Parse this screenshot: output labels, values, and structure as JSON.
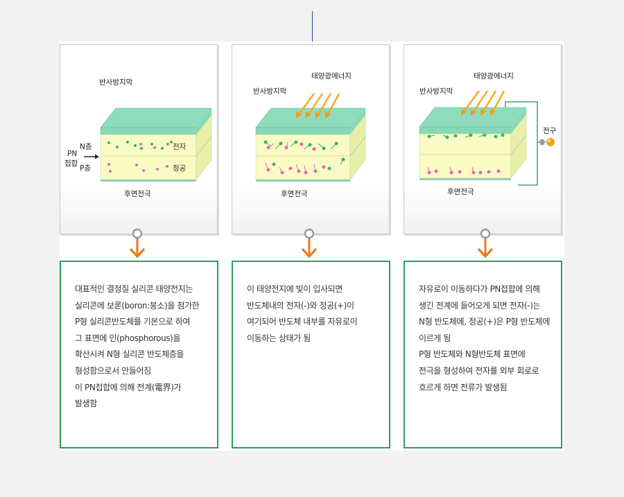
{
  "colors": {
    "top_face": "#7fd6b3",
    "side_face": "#e9efa8",
    "front_face": "#fafbc4",
    "electron": "#35b46e",
    "hole": "#e866b4",
    "arrow": "#f59a1a",
    "green_border": "#2e9a5f",
    "circuit_wire": "#46a874"
  },
  "panels": [
    {
      "label_coating": "반사방지막",
      "label_back_electrode": "후면전극",
      "label_n_layer": "N층",
      "label_p_layer": "P층",
      "label_pn": "PN",
      "label_junction": "접합",
      "label_electron": "전자",
      "label_hole": "정공",
      "connector_icon": "circle-arrow-down-icon"
    },
    {
      "label_coating": "반사방지막",
      "label_solar": "태양광에너지",
      "label_back_electrode": "후면전극",
      "sunlight_icon": "sunlight-arrows-icon",
      "connector_icon": "circle-arrow-down-icon"
    },
    {
      "label_coating": "반사방지막",
      "label_solar": "태양광에너지",
      "label_back_electrode": "후면전극",
      "label_bulb": "전구",
      "bulb_icon": "light-bulb-icon",
      "connector_icon": "circle-arrow-down-icon"
    }
  ],
  "descriptions": [
    {
      "lines": [
        "대표적인 결정질 실리콘 태양전지는",
        "실리콘에 보론(boron:붕소)을 첨가한",
        "P형 실리콘반도체를 기본으로 하여",
        "그 표면에 인(phosphorous)을",
        "확산시켜 N형 실리콘 반도체층을",
        "형성함으로서 만들어짐",
        "이 PN접합에 의해 전계(電界)가",
        "발생함"
      ]
    },
    {
      "lines": [
        "이 태양전지에 빛이 입사되면",
        "반도체내의 전자(-)와 정공(+)이",
        "여기되어 반도체 내부를 자유로이",
        "이동하는 상태가 됨"
      ]
    },
    {
      "lines": [
        "자유로이 이동하다가 PN접합에 의해",
        "생긴 전계에 들어오게 되면 전자(-)는",
        "N형 반도체에, 정공(+)은 P형 반도체에",
        "이르게 됨",
        "P형 반도체와 N형반도체 표면에",
        "전극을 형성하여 전자를 외부 회로로",
        "흐르게 하면 전류가 발생됨"
      ]
    }
  ]
}
